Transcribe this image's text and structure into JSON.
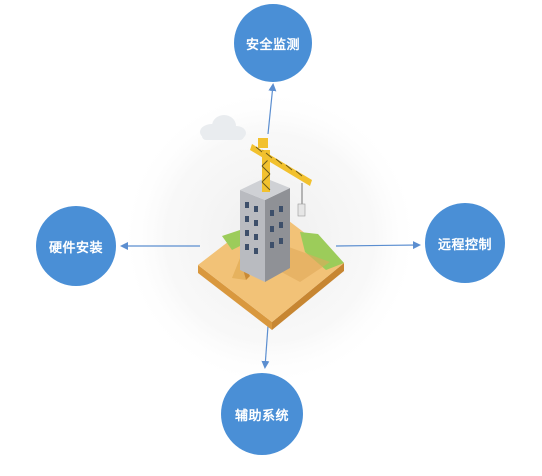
{
  "nodes": {
    "top": "安全监测",
    "left": "硬件安装",
    "right": "远程控制",
    "bottom": "辅助系统"
  },
  "colors": {
    "node": "#4a8fd6",
    "arrow": "#5b8ed0",
    "ground": "#f2c277",
    "ground_edge": "#d9983e",
    "grass": "#9ccc5a",
    "crane": "#f2c12e",
    "building": "#a7a9ae",
    "halo": "#f2f2f2"
  },
  "icons": {
    "center": "construction-site-illustration",
    "cloud": "cloud-icon"
  }
}
